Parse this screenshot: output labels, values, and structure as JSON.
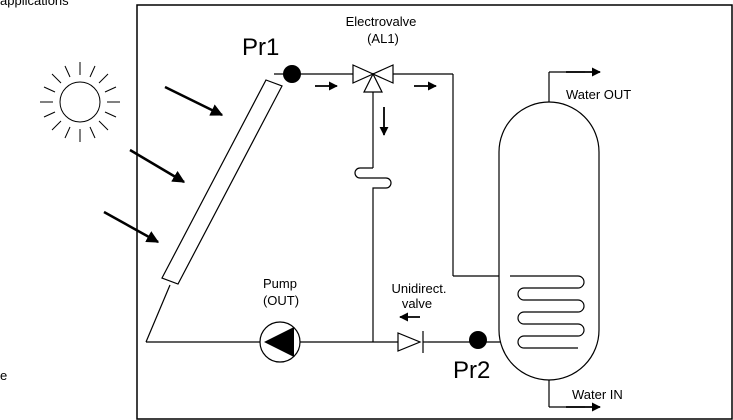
{
  "labels": {
    "pr1": "Pr1",
    "pr2": "Pr2",
    "electrovalve_line1": "Electrovalve",
    "electrovalve_line2": "(AL1)",
    "pump_line1": "Pump",
    "pump_line2": "(OUT)",
    "unidirect_line1": "Unidirect.",
    "unidirect_line2": "valve",
    "water_out": "Water OUT",
    "water_in": "Water IN"
  },
  "cropped_text": {
    "top_left": "applications",
    "left_edge": "e"
  },
  "colors": {
    "line": "#000000",
    "background": "#ffffff"
  }
}
